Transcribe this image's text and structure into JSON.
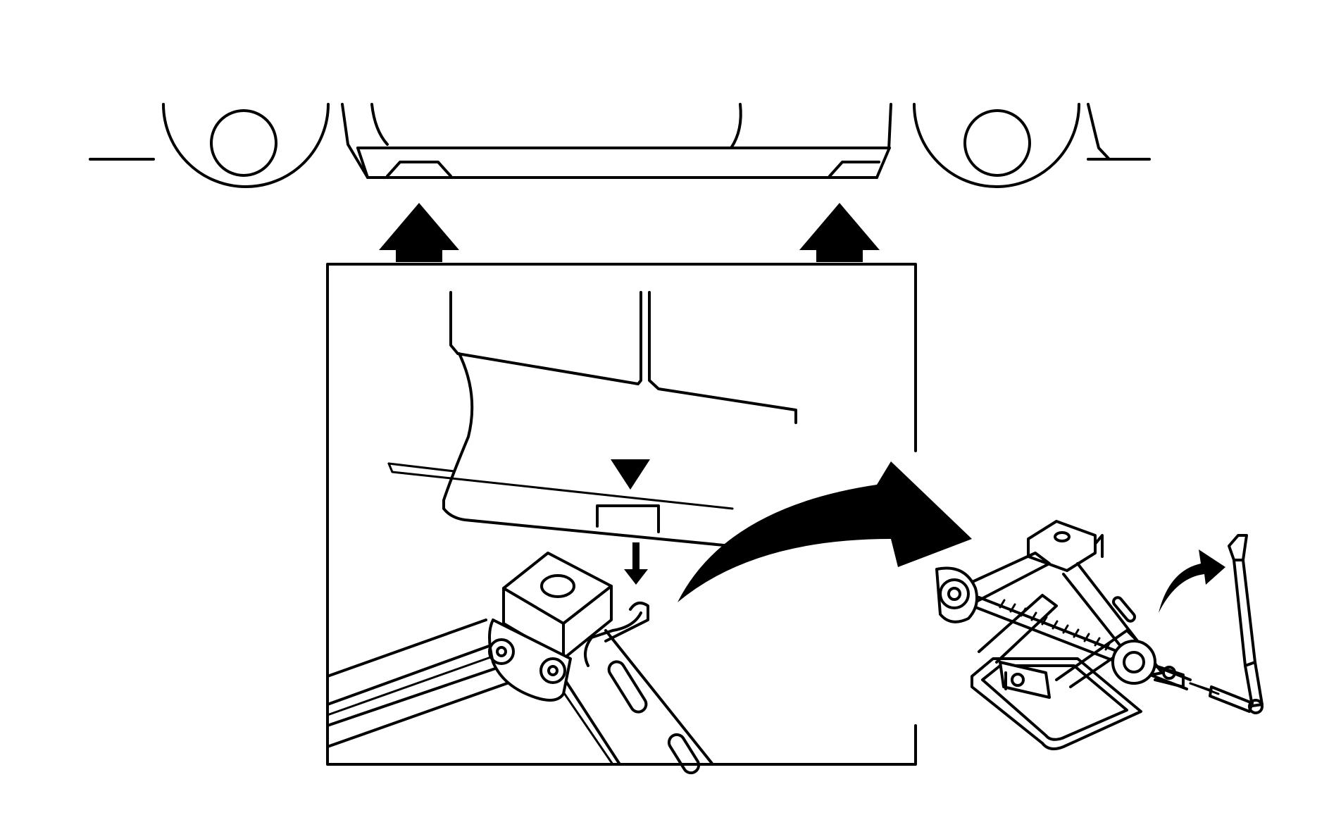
{
  "figure": {
    "kind": "technical-illustration",
    "parts": {
      "vehicle": "vehicle-side-silhouette",
      "lift_points": [
        "front-jack-point",
        "rear-jack-point"
      ],
      "detail_inset": "jack-head-engagement-detail",
      "jack": "scissor-jack",
      "handle": "jack-crank-handle"
    },
    "icons": {
      "lift_arrow": "up-arrow-icon",
      "marker": "down-triangle-icon",
      "placement_arrow": "down-arrow-icon",
      "transition_arrow": "curved-arrow-icon"
    },
    "colors": {
      "line": "#000000",
      "background": "#ffffff"
    }
  }
}
